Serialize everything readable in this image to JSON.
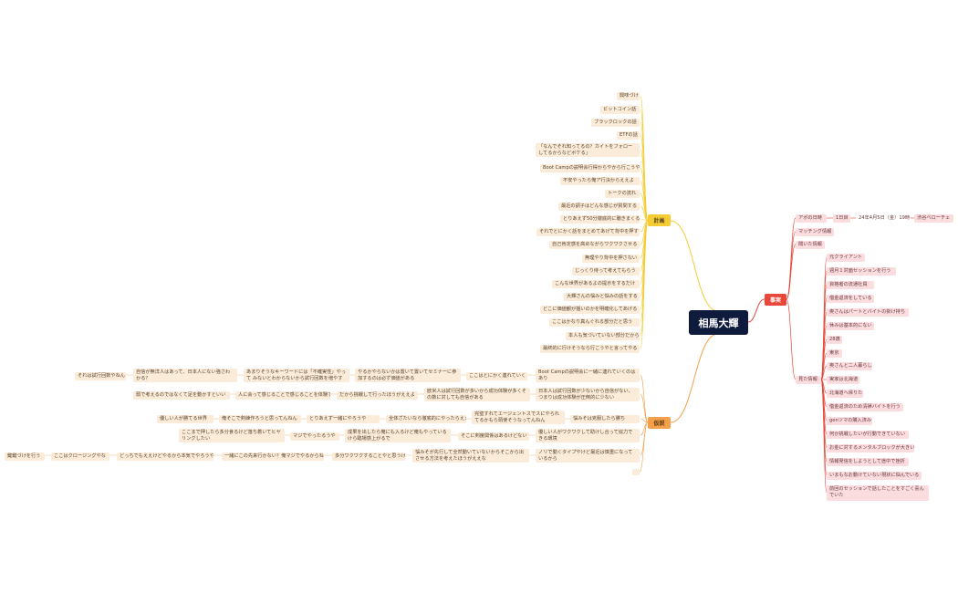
{
  "root": {
    "label": "相馬大輝"
  },
  "colors": {
    "root": "#0f1b3d",
    "plan": "#f5cc33",
    "fact": "#e8473b",
    "hypothesis": "#f4a04a",
    "tan": "#fbecd9",
    "pink": "#fbdcdf"
  },
  "plan": {
    "label": "計画",
    "items": [
      "興味づけ",
      "ビットコイン話",
      "ブラックロックの話",
      "ETFの話",
      "「なんでそれ知ってるの？カイトをフォローしてるからなどボケる」",
      "Boot Campの説明会行得からやから行こうや",
      "不安やったら俺ア行決からええよ",
      "トークの流れ",
      "最近の調子はどんな感じが質問する",
      "とりあえず50分徹底的に聴きまくる",
      "それでとにかく話をまとめてあげて背中を押す",
      "自己肯定感を高めながらワクワクさせる",
      "無理やり背中を押さない",
      "じっくり待って考えてもらう",
      "こんな世界があるよの提示をするだけ",
      "大輝さんの悩みと悩みの話をする",
      "どこに価値観が揺いのかを明確化してあげる",
      "ここはかなり真んぐれる部分だと思う",
      "本人も気づいていない部分だから",
      "最終的に行けそうなら行こうやと言ってやる"
    ]
  },
  "fact": {
    "label": "事実",
    "appointment": {
      "label": "アポの日時",
      "day": "1日目",
      "date": "24年4月5日（金）19時",
      "place": "渋谷ベローチェ"
    },
    "matching": "マッチング情報",
    "heard": "聞いた情報",
    "seen": {
      "label": "見た情報",
      "items": [
        "元クライアント",
        "週月１対面セッションを行う",
        "資格者の流通社員",
        "借金返済をしている",
        "奥さんはパートとバイトの掛け持ち",
        "休みは基本的にない",
        "28歳",
        "東京",
        "奥さんと二人暮らし",
        "実家は北海道",
        "北海道へ帰りたい",
        "借金返済のため清掃バイトを行う",
        "genツマの購入済み",
        "何か挑戦したいが行動できていない",
        "お金に対するメンタルブロックが大きい",
        "情報発信をしようとして途中で挫折",
        "いまもなお動けていない現状に悩んでいる",
        "前回のセッションで話したことをすごく喜んでいた"
      ]
    }
  },
  "hypothesis": {
    "label": "仮説",
    "rows": [
      {
        "cells": [
          "Boot Campの説明会に一緒に連れていくのはあり",
          "ここはとにかく連れていく",
          "やるかやらないかは置いて置いてセミナーに参加するのは必ず価値がある",
          "あまりそうなキーワードには「不確実性」やって みないとわからないから試行回数を増やすねん",
          "自信が無洋人はあって、日本人にない強さわかる？",
          "それは試行回数やねん"
        ]
      },
      {
        "cells": [
          "日本人は試行回数が少ないから自信がない、つまりは成功体験が圧倒的に少ない",
          "欧米人は試行回数が多いから成功体験が多くその数に対しても自信がある",
          "だから挑戦して行ったほうがええよ",
          "人に会って感じることで感じることを体験すること",
          "頭で考えるのではなくて足を動かすといい"
        ]
      },
      {
        "cells": [
          "悩みそは克服したら勝ち",
          "完璧すれてエージェントスでスにやられてるかもら頭使そうなってんねん",
          "全体ざたいなら徹底的にやったらええよ",
          "とりあえず一緒にやろうや",
          "俺そこで剣練作ろうと思ってんねん",
          "優しい人が勝てる世界"
        ]
      },
      {
        "cells": [
          "優しい人がワクワクして助けし合って協力できる環境",
          "そこに剣度関係はあるけどない",
          "成果を出したら俺にも入るけど俺もやっている けら臨場感上がるで",
          "マジでやったるうや",
          "ここまで押したら多分食るけど落ち着いてヒヤリングしたい"
        ]
      },
      {
        "cells": [
          "ノリで動くタイプやけど最近は慎重になっているから",
          "悩みそが先行して全然動いていないからそこから出させる方法を考えたほうがええな",
          "多分ワクワクすることやと思うけどな",
          "一緒にこの先来行かない？俺マジでやるからね",
          "どっちでもええけどやるから本気でやろうや",
          "ここはクロージングやな",
          "鍵鍵づけを行う"
        ]
      }
    ]
  }
}
